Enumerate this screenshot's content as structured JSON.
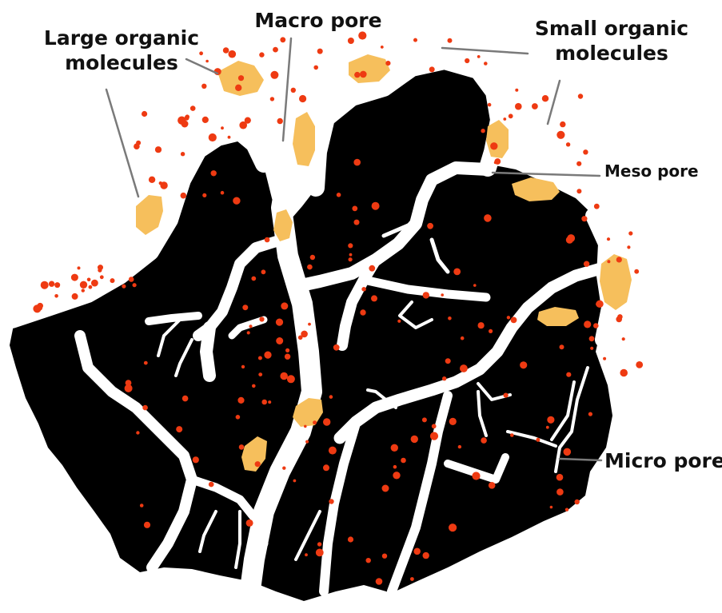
{
  "labels": {
    "large_organic": [
      "Large organic",
      "molecules"
    ],
    "macro_pore": "Macro pore",
    "small_organic": [
      "Small organic",
      "molecules"
    ],
    "meso_pore": "Meso pore",
    "micro_pore": "Micro pore"
  },
  "colors": {
    "carbon": "#000000",
    "pore": "#ffffff",
    "large_molecule": "#f6bf5c",
    "small_molecule": "#ee3a12",
    "leader_line": "#7a7a7a"
  }
}
